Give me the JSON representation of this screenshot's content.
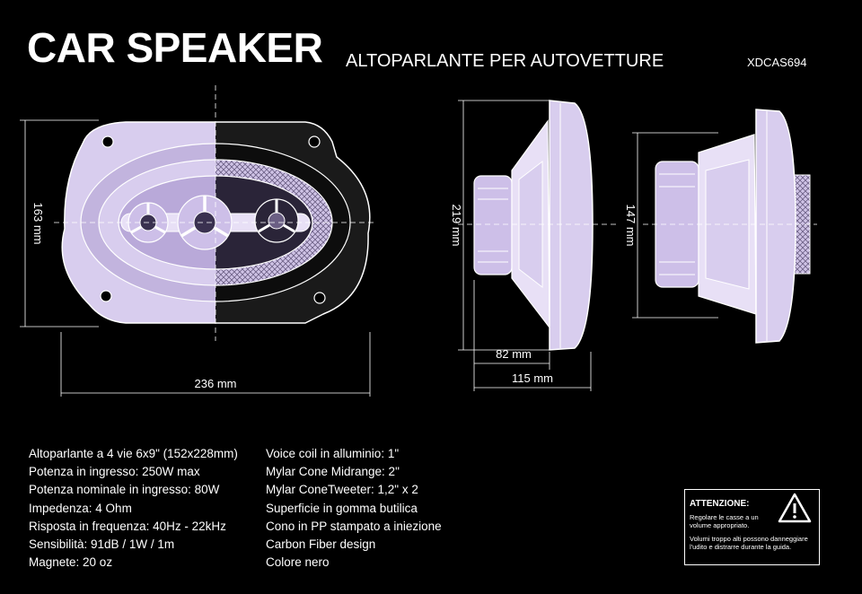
{
  "header": {
    "title": "CAR SPEAKER",
    "subtitle": "ALTOPARLANTE PER AUTOVETTURE",
    "code": "XDCAS694"
  },
  "dimensions": {
    "front_height": "163 mm",
    "front_width": "236 mm",
    "side_height": "219 mm",
    "side_depth_magnet": "82 mm",
    "side_depth_total": "115 mm",
    "side2_height": "147 mm"
  },
  "specs_left": [
    "Altoparlante a 4 vie 6x9\" (152x228mm)",
    "Potenza in ingresso: 250W max",
    "Potenza nominale in ingresso: 80W",
    "Impedenza: 4 Ohm",
    "Risposta in frequenza: 40Hz - 22kHz",
    "Sensibilità: 91dB / 1W / 1m",
    "Magnete: 20 oz"
  ],
  "specs_right": [
    "Voice coil in alluminio: 1\"",
    "Mylar Cone Midrange: 2\"",
    "Mylar ConeTweeter: 1,2\" x 2",
    "Superficie in gomma butilica",
    "Cono in PP stampato a iniezione",
    "Carbon Fiber design",
    "Colore nero"
  ],
  "warning": {
    "title": "ATTENZIONE:",
    "line1": "Regolare le casse a un volume appropriato.",
    "line2": "Volumi troppo alti possono danneggiare l'udito e distrarre durante la guida."
  },
  "icons": {
    "warning": "warning-triangle-icon"
  },
  "colors": {
    "accent": "#d8cdee",
    "background": "#000000",
    "line": "#ffffff"
  }
}
